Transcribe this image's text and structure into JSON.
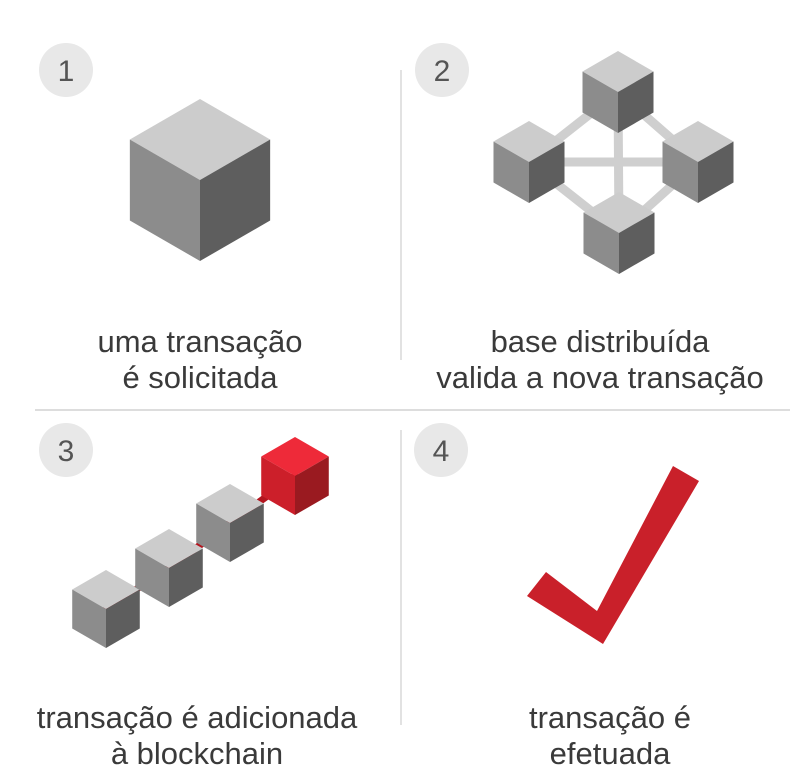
{
  "steps": [
    {
      "number": "1",
      "caption": [
        "uma transação",
        "é solicitada"
      ]
    },
    {
      "number": "2",
      "caption": [
        "base distribuída",
        "valida a nova transação"
      ]
    },
    {
      "number": "3",
      "caption": [
        "transação é adicionada",
        "à blockchain"
      ]
    },
    {
      "number": "4",
      "caption": [
        "transação é",
        "efetuada"
      ]
    }
  ],
  "colors": {
    "cube_top": "#cccccc",
    "cube_left": "#8c8c8c",
    "cube_right": "#5e5e5e",
    "red_top": "#ee2a39",
    "red_left": "#cc1f2a",
    "red_right": "#9a1a20",
    "link_gray": "#cfcfcf",
    "link_red": "#b3151f",
    "check": "#c9202a",
    "badge": "#e8e8e8",
    "divider": "#dddddd"
  }
}
